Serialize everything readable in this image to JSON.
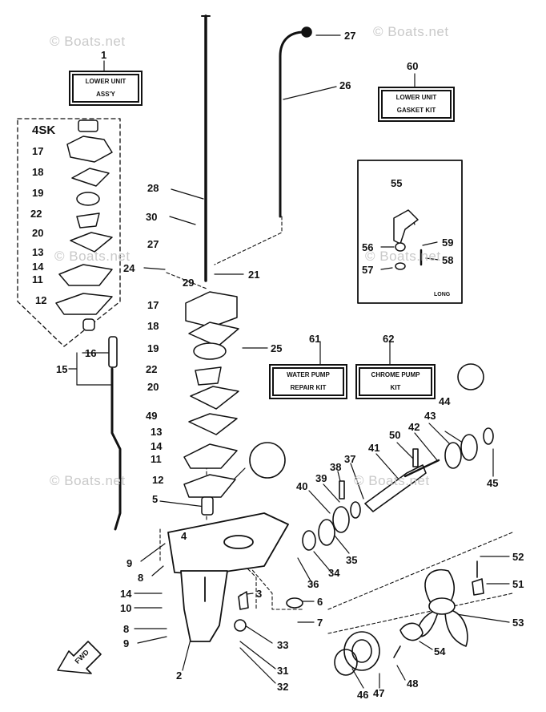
{
  "watermark": "© Boats.net",
  "boxes": {
    "lower_unit": [
      "LOWER UNIT",
      "ASS'Y"
    ],
    "gasket_kit": [
      "LOWER UNIT",
      "GASKET KIT"
    ],
    "water_pump": [
      "WATER PUMP",
      "REPAIR KIT"
    ],
    "chrome_pump": [
      "CHROME PUMP",
      "KIT"
    ]
  },
  "section_4sk": "4SK",
  "long_tag": "LONG",
  "fwd": "FWD",
  "callouts": [
    "1",
    "60",
    "27",
    "26",
    "28",
    "30",
    "27",
    "24",
    "29",
    "21",
    "17",
    "18",
    "25",
    "19",
    "22",
    "20",
    "49",
    "13",
    "14",
    "11",
    "12",
    "5",
    "4",
    "9",
    "8",
    "14",
    "10",
    "8",
    "9",
    "2",
    "3",
    "6",
    "7",
    "33",
    "31",
    "32",
    "15",
    "16",
    "17",
    "18",
    "19",
    "22",
    "20",
    "13",
    "14",
    "11",
    "12",
    "55",
    "56",
    "57",
    "59",
    "58",
    "61",
    "62",
    "44",
    "43",
    "42",
    "50",
    "41",
    "37",
    "38",
    "39",
    "40",
    "35",
    "34",
    "36",
    "45",
    "52",
    "51",
    "53",
    "54",
    "48",
    "47",
    "46"
  ]
}
